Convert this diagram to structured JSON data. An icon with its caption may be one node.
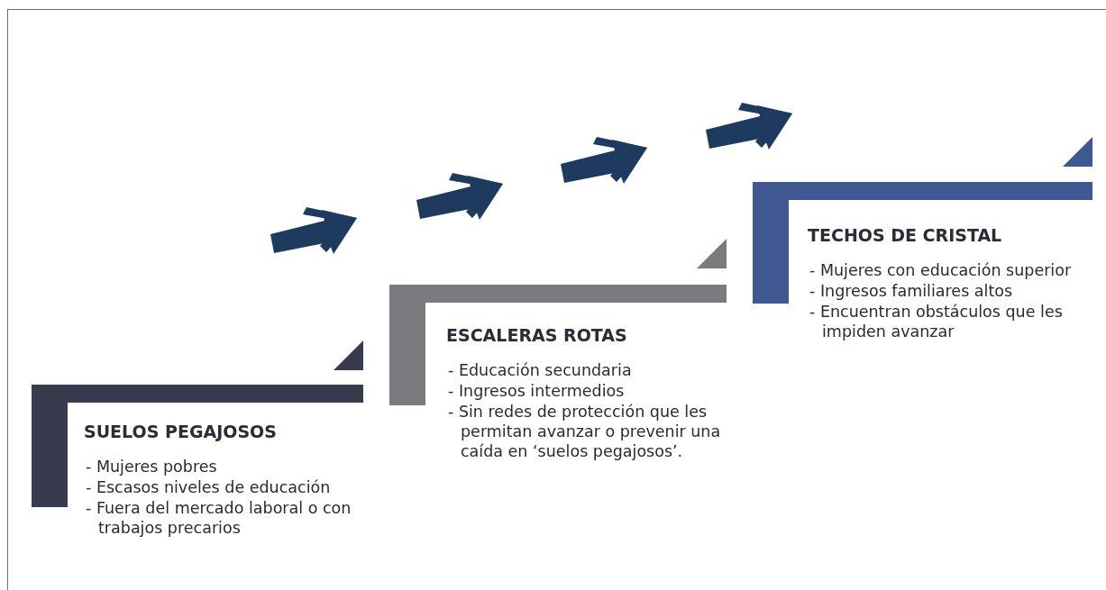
{
  "diagram": {
    "nodes": [
      {
        "text": [
          "SUELOS PEGAJOSOS",
          "- Mujeres pobres",
          "- Escasos niveles de educación",
          "- Fuera del mercado laboral o con trabajos precarios"
        ]
      },
      {
        "text": [
          "ESCALERAS ROTAS",
          "- Educación secundaria",
          "- Ingresos intermedios",
          "- Sin redes de protección que les permitan avanzar o prevenir una caída en ‘suelos pegajosos’."
        ]
      },
      {
        "text": [
          "TECHOS DE CRISTAL",
          "- Mujeres con educación superior",
          "- Ingresos familiares altos",
          "- Encuentran obstáculos que les impiden avanzar"
        ]
      }
    ]
  }
}
